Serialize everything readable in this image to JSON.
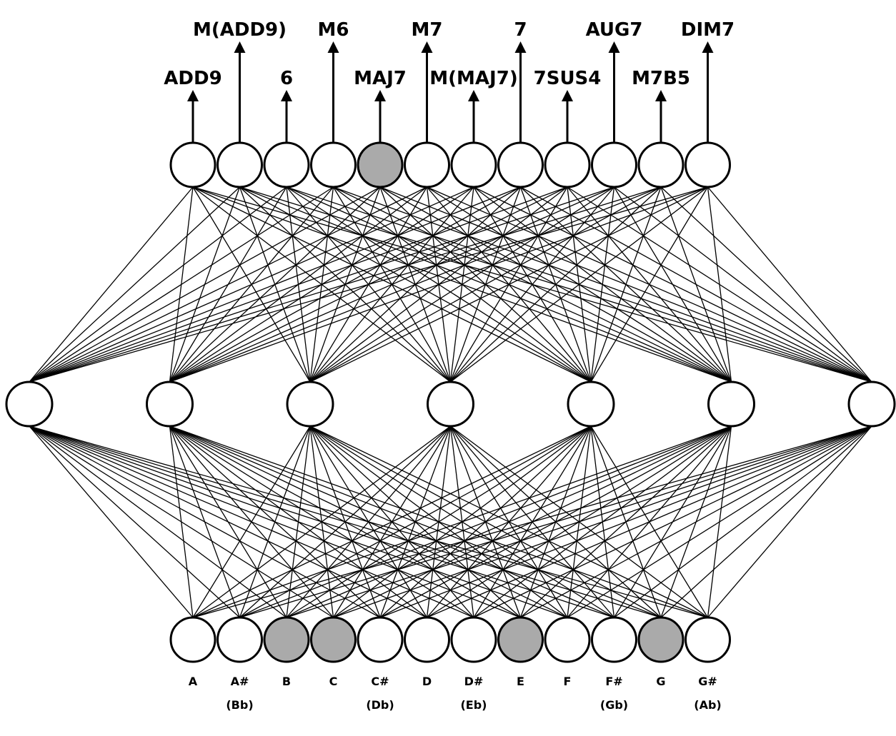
{
  "colors": {
    "node_fill": "#ffffff",
    "active_fill": "#aaaaaa",
    "stroke": "#000000",
    "background": "#ffffff"
  },
  "output_layer": {
    "nodes": [
      {
        "label": "add9",
        "active": false,
        "tier": "low"
      },
      {
        "label": "m(add9)",
        "active": false,
        "tier": "high"
      },
      {
        "label": "6",
        "active": false,
        "tier": "low"
      },
      {
        "label": "m6",
        "active": false,
        "tier": "high"
      },
      {
        "label": "maj7",
        "active": true,
        "tier": "low"
      },
      {
        "label": "m7",
        "active": false,
        "tier": "high"
      },
      {
        "label": "m(maj7)",
        "active": false,
        "tier": "low"
      },
      {
        "label": "7",
        "active": false,
        "tier": "high"
      },
      {
        "label": "7sus4",
        "active": false,
        "tier": "low"
      },
      {
        "label": "aug7",
        "active": false,
        "tier": "high"
      },
      {
        "label": "m7b5",
        "active": false,
        "tier": "low"
      },
      {
        "label": "dim7",
        "active": false,
        "tier": "high"
      }
    ]
  },
  "hidden_layer": {
    "count": 7
  },
  "input_layer": {
    "nodes": [
      {
        "note": "A",
        "alt": "",
        "active": false
      },
      {
        "note": "A#",
        "alt": "(Bb)",
        "active": false
      },
      {
        "note": "B",
        "alt": "",
        "active": true
      },
      {
        "note": "C",
        "alt": "",
        "active": true
      },
      {
        "note": "C#",
        "alt": "(Db)",
        "active": false
      },
      {
        "note": "D",
        "alt": "",
        "active": false
      },
      {
        "note": "D#",
        "alt": "(Eb)",
        "active": false
      },
      {
        "note": "E",
        "alt": "",
        "active": true
      },
      {
        "note": "F",
        "alt": "",
        "active": false
      },
      {
        "note": "F#",
        "alt": "(Gb)",
        "active": false
      },
      {
        "note": "G",
        "alt": "",
        "active": true
      },
      {
        "note": "G#",
        "alt": "(Ab)",
        "active": false
      }
    ]
  }
}
